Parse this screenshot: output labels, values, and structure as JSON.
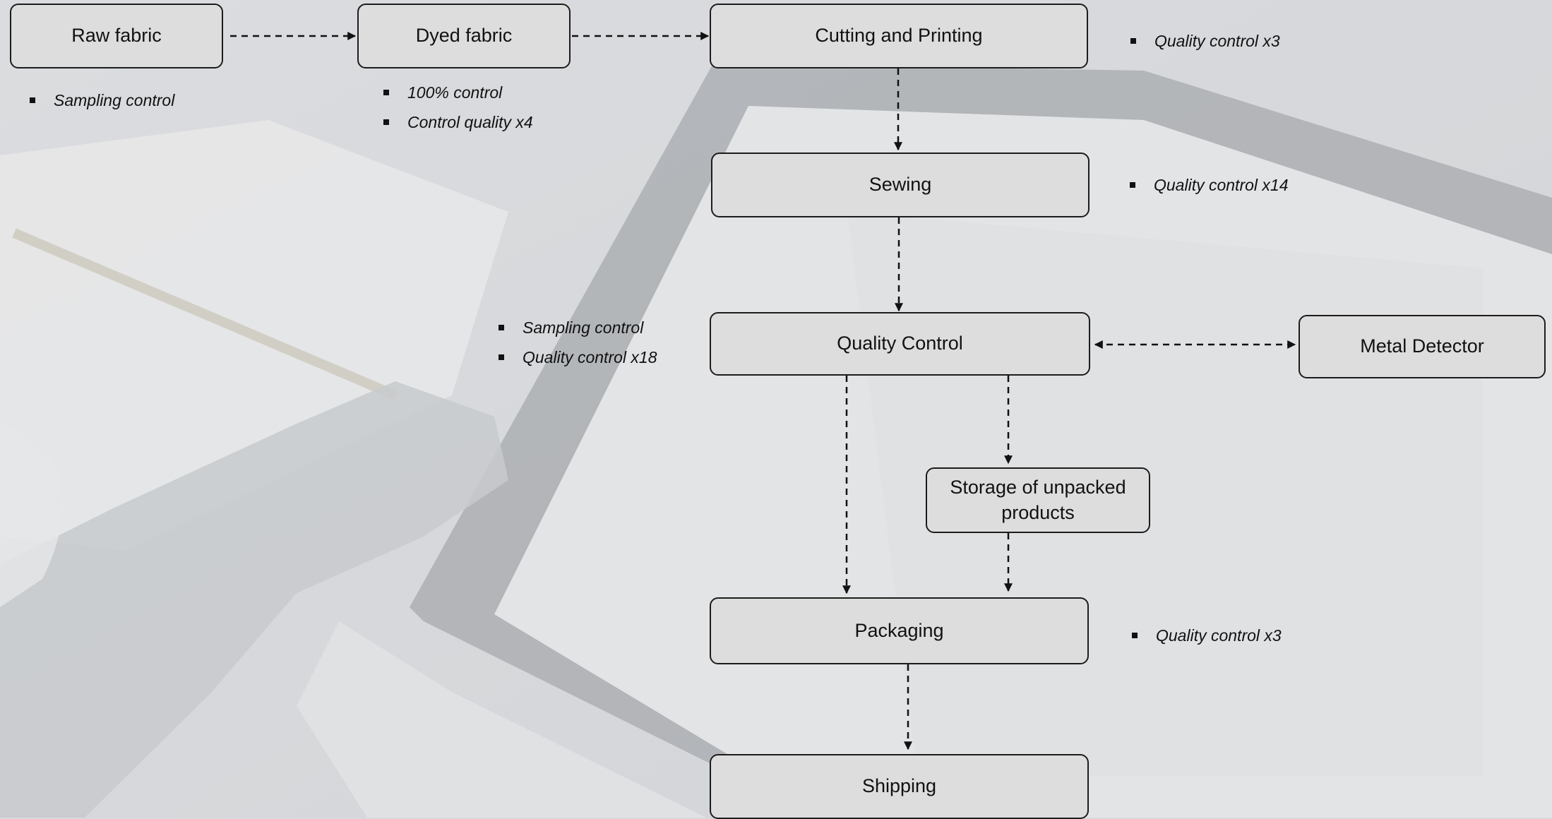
{
  "nodes": {
    "raw_fabric": "Raw fabric",
    "dyed_fabric": "Dyed fabric",
    "cutting_printing": "Cutting and Printing",
    "sewing": "Sewing",
    "quality_control": "Quality Control",
    "metal_detector": "Metal Detector",
    "storage": "Storage of unpacked products",
    "packaging": "Packaging",
    "shipping": "Shipping"
  },
  "notes": {
    "raw_fabric": [
      "Sampling control"
    ],
    "dyed_fabric": [
      "100% control",
      "Control quality x4"
    ],
    "cutting_printing": [
      "Quality control x3"
    ],
    "sewing": [
      "Quality control x14"
    ],
    "quality_control": [
      "Sampling control",
      "Quality control x18"
    ],
    "packaging": [
      "Quality control x3"
    ]
  },
  "edges": [
    {
      "from": "raw_fabric",
      "to": "dyed_fabric",
      "style": "dashed"
    },
    {
      "from": "dyed_fabric",
      "to": "cutting_printing",
      "style": "dashed"
    },
    {
      "from": "cutting_printing",
      "to": "sewing",
      "style": "dashed"
    },
    {
      "from": "sewing",
      "to": "quality_control",
      "style": "dashed"
    },
    {
      "from": "quality_control",
      "to": "metal_detector",
      "style": "dashed",
      "bidirectional": true
    },
    {
      "from": "quality_control",
      "to": "storage",
      "style": "dashed"
    },
    {
      "from": "quality_control",
      "to": "packaging",
      "style": "dashed"
    },
    {
      "from": "storage",
      "to": "packaging",
      "style": "dashed"
    },
    {
      "from": "packaging",
      "to": "shipping",
      "style": "dashed"
    }
  ],
  "colors": {
    "node_fill": "#dddddd",
    "node_border": "#1c1c1c",
    "arrow": "#111111",
    "background": "#d7d9dc"
  }
}
